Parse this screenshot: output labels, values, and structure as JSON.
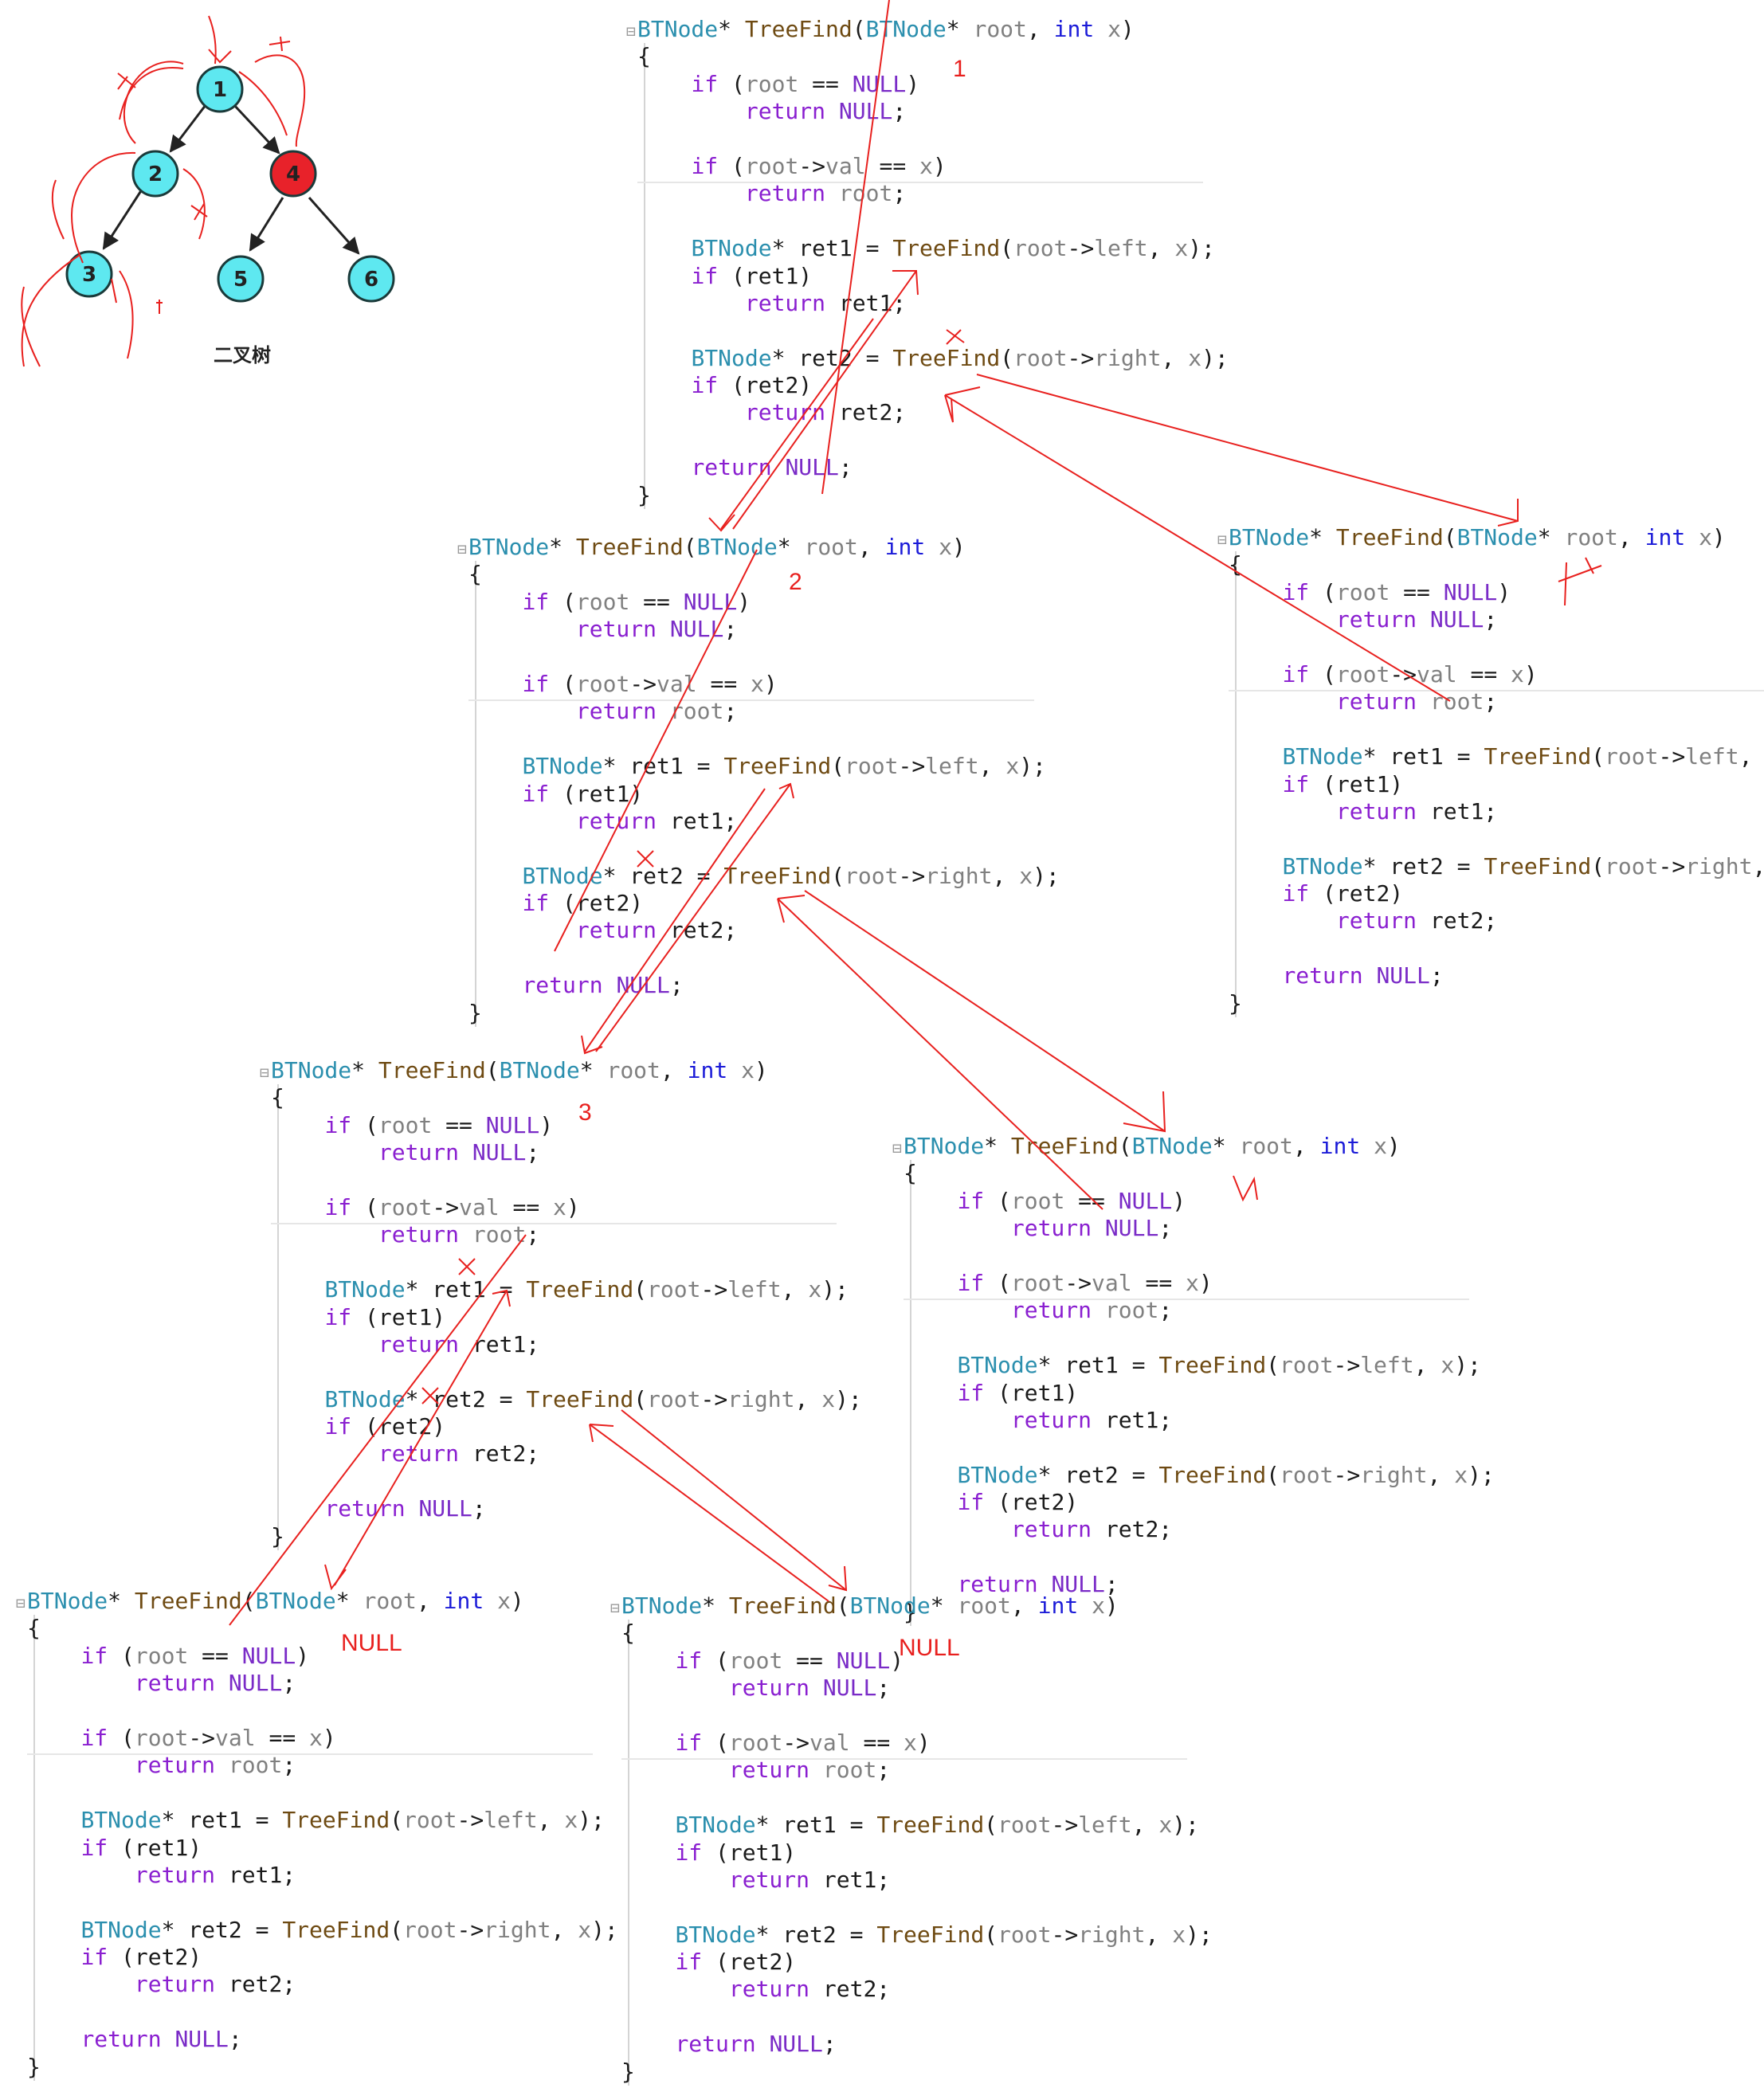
{
  "tree": {
    "caption": "二叉树",
    "nodes": [
      {
        "label": "1",
        "color": "#5ee8f0"
      },
      {
        "label": "2",
        "color": "#5ee8f0"
      },
      {
        "label": "4",
        "color": "#e8222a"
      },
      {
        "label": "3",
        "color": "#5ee8f0"
      },
      {
        "label": "5",
        "color": "#5ee8f0"
      },
      {
        "label": "6",
        "color": "#5ee8f0"
      }
    ]
  },
  "code": {
    "signature": {
      "type": "BTNode",
      "star": "*",
      "func": "TreeFind",
      "param1": "root",
      "kw_int": "int",
      "param2": "x"
    },
    "lines": [
      "BTNode* TreeFind(BTNode* root, int x)",
      "{",
      "    if (root == NULL)",
      "        return NULL;",
      "",
      "    if (root->val == x)",
      "        return root;",
      "",
      "    BTNode* ret1 = TreeFind(root->left, x);",
      "    if (ret1)",
      "        return ret1;",
      "",
      "    BTNode* ret2 = TreeFind(root->right, x);",
      "    if (ret2)",
      "        return ret2;",
      "",
      "    return NULL;",
      "}"
    ]
  },
  "annotations": {
    "step1": "1",
    "step2": "2",
    "step3": "3",
    "null_left": "NULL",
    "null_right": "NULL"
  },
  "colors": {
    "ink": "#e8201e",
    "node_fill": "#5ee8f0",
    "node_highlight": "#e8222a"
  }
}
